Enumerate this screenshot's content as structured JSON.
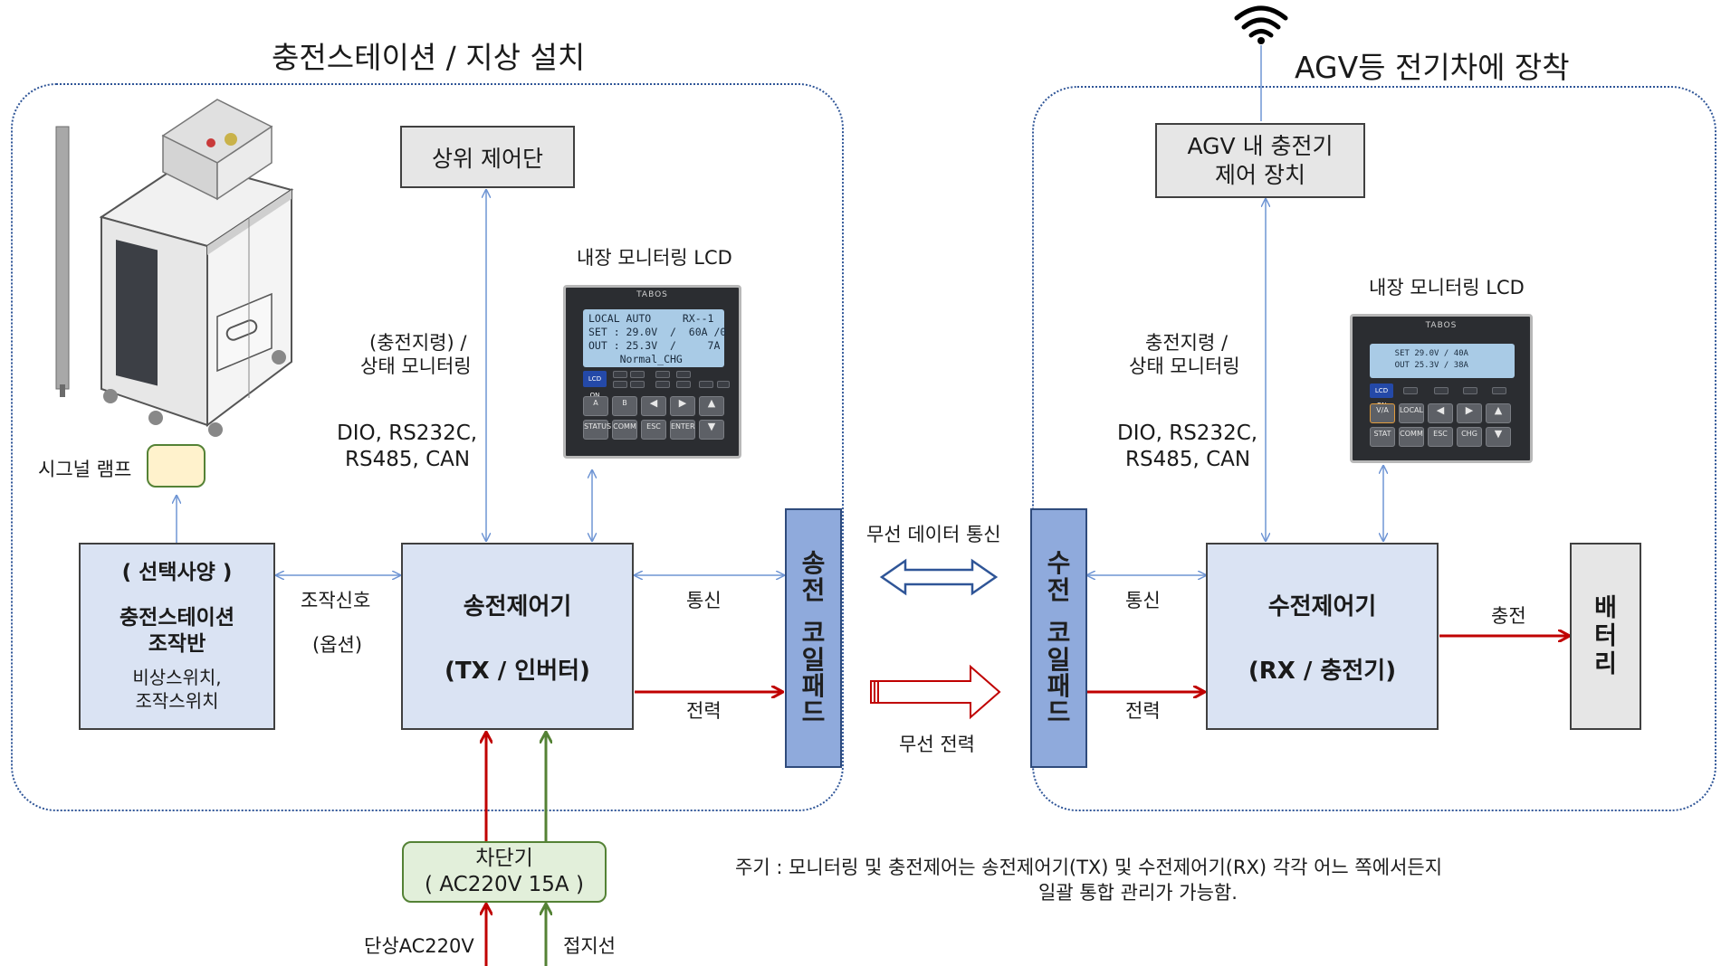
{
  "left": {
    "title": "충전스테이션 / 지상 설치",
    "upper_controller": "상위 제어단",
    "lcd_label": "내장 모니터링 LCD",
    "monitor_label_1": "(충전지령) /",
    "monitor_label_2": "상태 모니터링",
    "comm_protocols_1": "DIO, RS232C,",
    "comm_protocols_2": "RS485, CAN",
    "signal_lamp_label": "시그널 램프",
    "panel_line1": "( 선택사양 )",
    "panel_line2": "충전스테이션",
    "panel_line3": "조작반",
    "panel_line4": "비상스위치,",
    "panel_line5": "조작스위치",
    "control_signal": "조작신호",
    "option": "(옵션)",
    "tx_line1": "송전제어기",
    "tx_line2": "(TX / 인버터)",
    "comm": "통신",
    "power": "전력",
    "coil": [
      "송",
      "전",
      "",
      "코",
      "일",
      "패",
      "드"
    ],
    "breaker_line1": "차단기",
    "breaker_line2": "( AC220V 15A )",
    "single_phase": "단상AC220V",
    "ground": "접지선"
  },
  "lcd_tx": {
    "brand": "TABOS",
    "screen": "LOCAL AUTO     RX--1\nSET : 29.0V  /  60A /0\nOUT : 25.3V  /     7A\n     Normal_CHG",
    "lcd_on": "LCD ON",
    "keys": [
      "A",
      "B",
      "◀",
      "▶",
      "▲",
      "STATUS",
      "COMM",
      "ESC",
      "ENTER",
      "▼"
    ]
  },
  "center": {
    "wireless_data": "무선 데이터 통신",
    "wireless_power": "무선 전력"
  },
  "right": {
    "title": "AGV등 전기차에 장착",
    "agv_controller_line1": "AGV 내 충전기",
    "agv_controller_line2": "제어 장치",
    "lcd_label": "내장 모니터링 LCD",
    "monitor_label_1": "충전지령 /",
    "monitor_label_2": "상태 모니터링",
    "comm_protocols_1": "DIO, RS232C,",
    "comm_protocols_2": "RS485, CAN",
    "coil": [
      "수",
      "전",
      "",
      "코",
      "일",
      "패",
      "드"
    ],
    "comm": "통신",
    "power": "전력",
    "rx_line1": "수전제어기",
    "rx_line2": "(RX / 충전기)",
    "charge": "충전",
    "battery": [
      "배",
      "터",
      "리"
    ]
  },
  "lcd_rx": {
    "brand": "TABOS",
    "screen": "    SET 29.0V / 40A\n    OUT 25.3V / 38A",
    "lcd_on": "LCD ON",
    "keys": [
      "V/A",
      "LOCAL",
      "◀",
      "▶",
      "▲",
      "STAT",
      "COMM",
      "ESC",
      "CHG",
      "▼"
    ]
  },
  "note": {
    "line1": "주기 : 모니터링 및 충전제어는 송전제어기(TX) 및 수전제어기(RX) 각각 어느 쪽에서든지",
    "line2": "일괄 통합 관리가 가능함."
  },
  "colors": {
    "zone_border": "#2f5597",
    "blue_arrow": "#6f95d4",
    "power_red": "#c00000",
    "ground_green": "#548235",
    "block_blue": "#dae3f3",
    "coil_blue": "#8faadc",
    "gray_block": "#e6e6e6",
    "lamp_yellow": "#fff2cc"
  }
}
